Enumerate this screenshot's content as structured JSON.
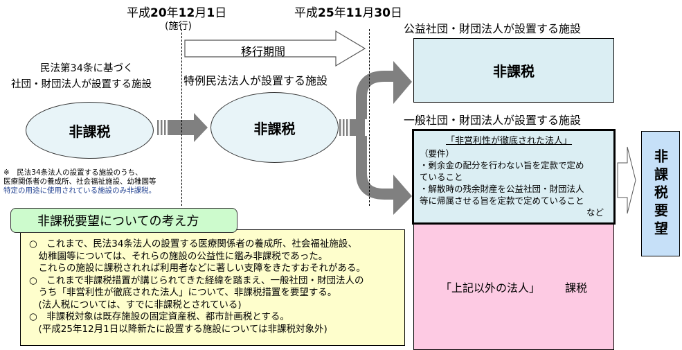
{
  "timeline": {
    "start_date": {
      "era": "平成",
      "year": "20",
      "year_unit": "年",
      "month": "12",
      "month_unit": "月",
      "day": "1",
      "day_unit": "日"
    },
    "start_note": "(施行)",
    "end_date": {
      "era": "平成",
      "year": "25",
      "year_unit": "年",
      "month": "11",
      "month_unit": "月",
      "day": "30",
      "day_unit": "日"
    },
    "transition_label": "移行期間"
  },
  "left_stage": {
    "caption_line1": "民法第34条に基づく",
    "caption_line2": "社団・財団法人が設置する施設",
    "status": "非課税",
    "note_line1": "※　民法34条法人の設置する施設のうち、",
    "note_line2": "医療関係者の養成所、社会福祉施設、幼稚園等",
    "note_line3": "特定の用途に使用されている施設のみ非課税。",
    "note_highlight_color": "#1f3f8f"
  },
  "middle_stage": {
    "caption": "特例民法法人が設置する施設",
    "status": "非課税"
  },
  "public_interest": {
    "caption": "公益社団・財団法人が設置する施設",
    "status": "非課税"
  },
  "general": {
    "caption": "一般社団・財団法人が設置する施設",
    "requirement_title": "「非営利性が徹底された法人」",
    "requirement_heading": "（要件）",
    "requirement_lines": [
      "・剰余金の配分を行わない旨を定款で定め",
      "ていること",
      "・解散時の残余財産を公益社団・財団法人",
      "等に帰属させる旨を定款で定めていること"
    ],
    "requirement_suffix": "など",
    "other_label": "「上記以外の法人」",
    "other_status": "課税"
  },
  "request_box": {
    "text": "非課税要望"
  },
  "opinion": {
    "title": "非課税要望についての考え方",
    "lines": [
      "○　これまで、民法34条法人の設置する医療関係者の養成所、社会福祉施設、",
      "　幼稚園等については、それらの施設の公益性に鑑み非課税であった。",
      "　これらの施設に課税されれば利用者などに著しい支障をきたすおそれがある。",
      "○　これまで非課税措置が講じられてきた経緯を踏まえ、一般社団・財団法人の",
      "　うち「非営利性が徹底された法人」について、非課税措置を要望する。",
      "　(法人税については、すでに非課税とされている)",
      "○　非課税対象は既存施設の固定資産税、都市計画税とする。",
      "　(平成25年12月1日以降新たに設置する施設については非課税対象外)"
    ]
  },
  "colors": {
    "arrow_gray": "#808080",
    "light_blue": "#dbeef3",
    "ellipse_fill": "#e8f4f8",
    "pink": "#fdcae3",
    "request_blue": "#c6e0f8",
    "yellow": "#fefecc",
    "green": "#cdfbcd"
  }
}
